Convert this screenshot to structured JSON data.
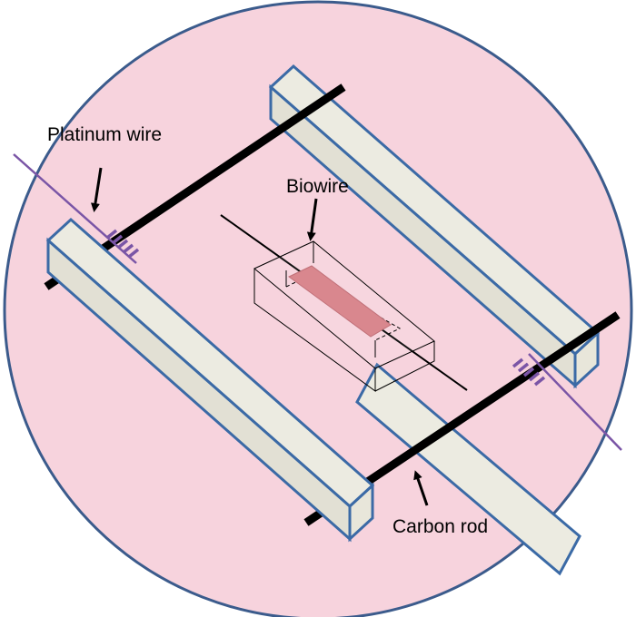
{
  "labels": {
    "platinum_wire": "Platinum wire",
    "biowire": "Biowire",
    "carbon_rod": "Carbon rod"
  },
  "colors": {
    "dish_fill": "#f7d3dd",
    "dish_stroke": "#3b5b8c",
    "rail_top": "#ecebe1",
    "rail_front": "#ecebe1",
    "rail_stroke": "#3b6aa6",
    "carbon_rod": "#000000",
    "platinum_wire": "#7a55a6",
    "biowire_tissue": "#d9878e"
  }
}
